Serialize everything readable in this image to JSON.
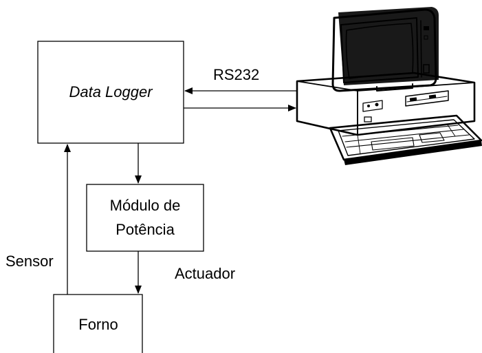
{
  "blocks": {
    "data_logger": "Data Logger",
    "power_module_line1": "Módulo de",
    "power_module_line2": "Potência",
    "furnace": "Forno"
  },
  "links": {
    "serial": "RS232",
    "sensor": "Sensor",
    "actuator": "Actuador"
  },
  "icons": {
    "computer": "desktop-computer-icon"
  }
}
